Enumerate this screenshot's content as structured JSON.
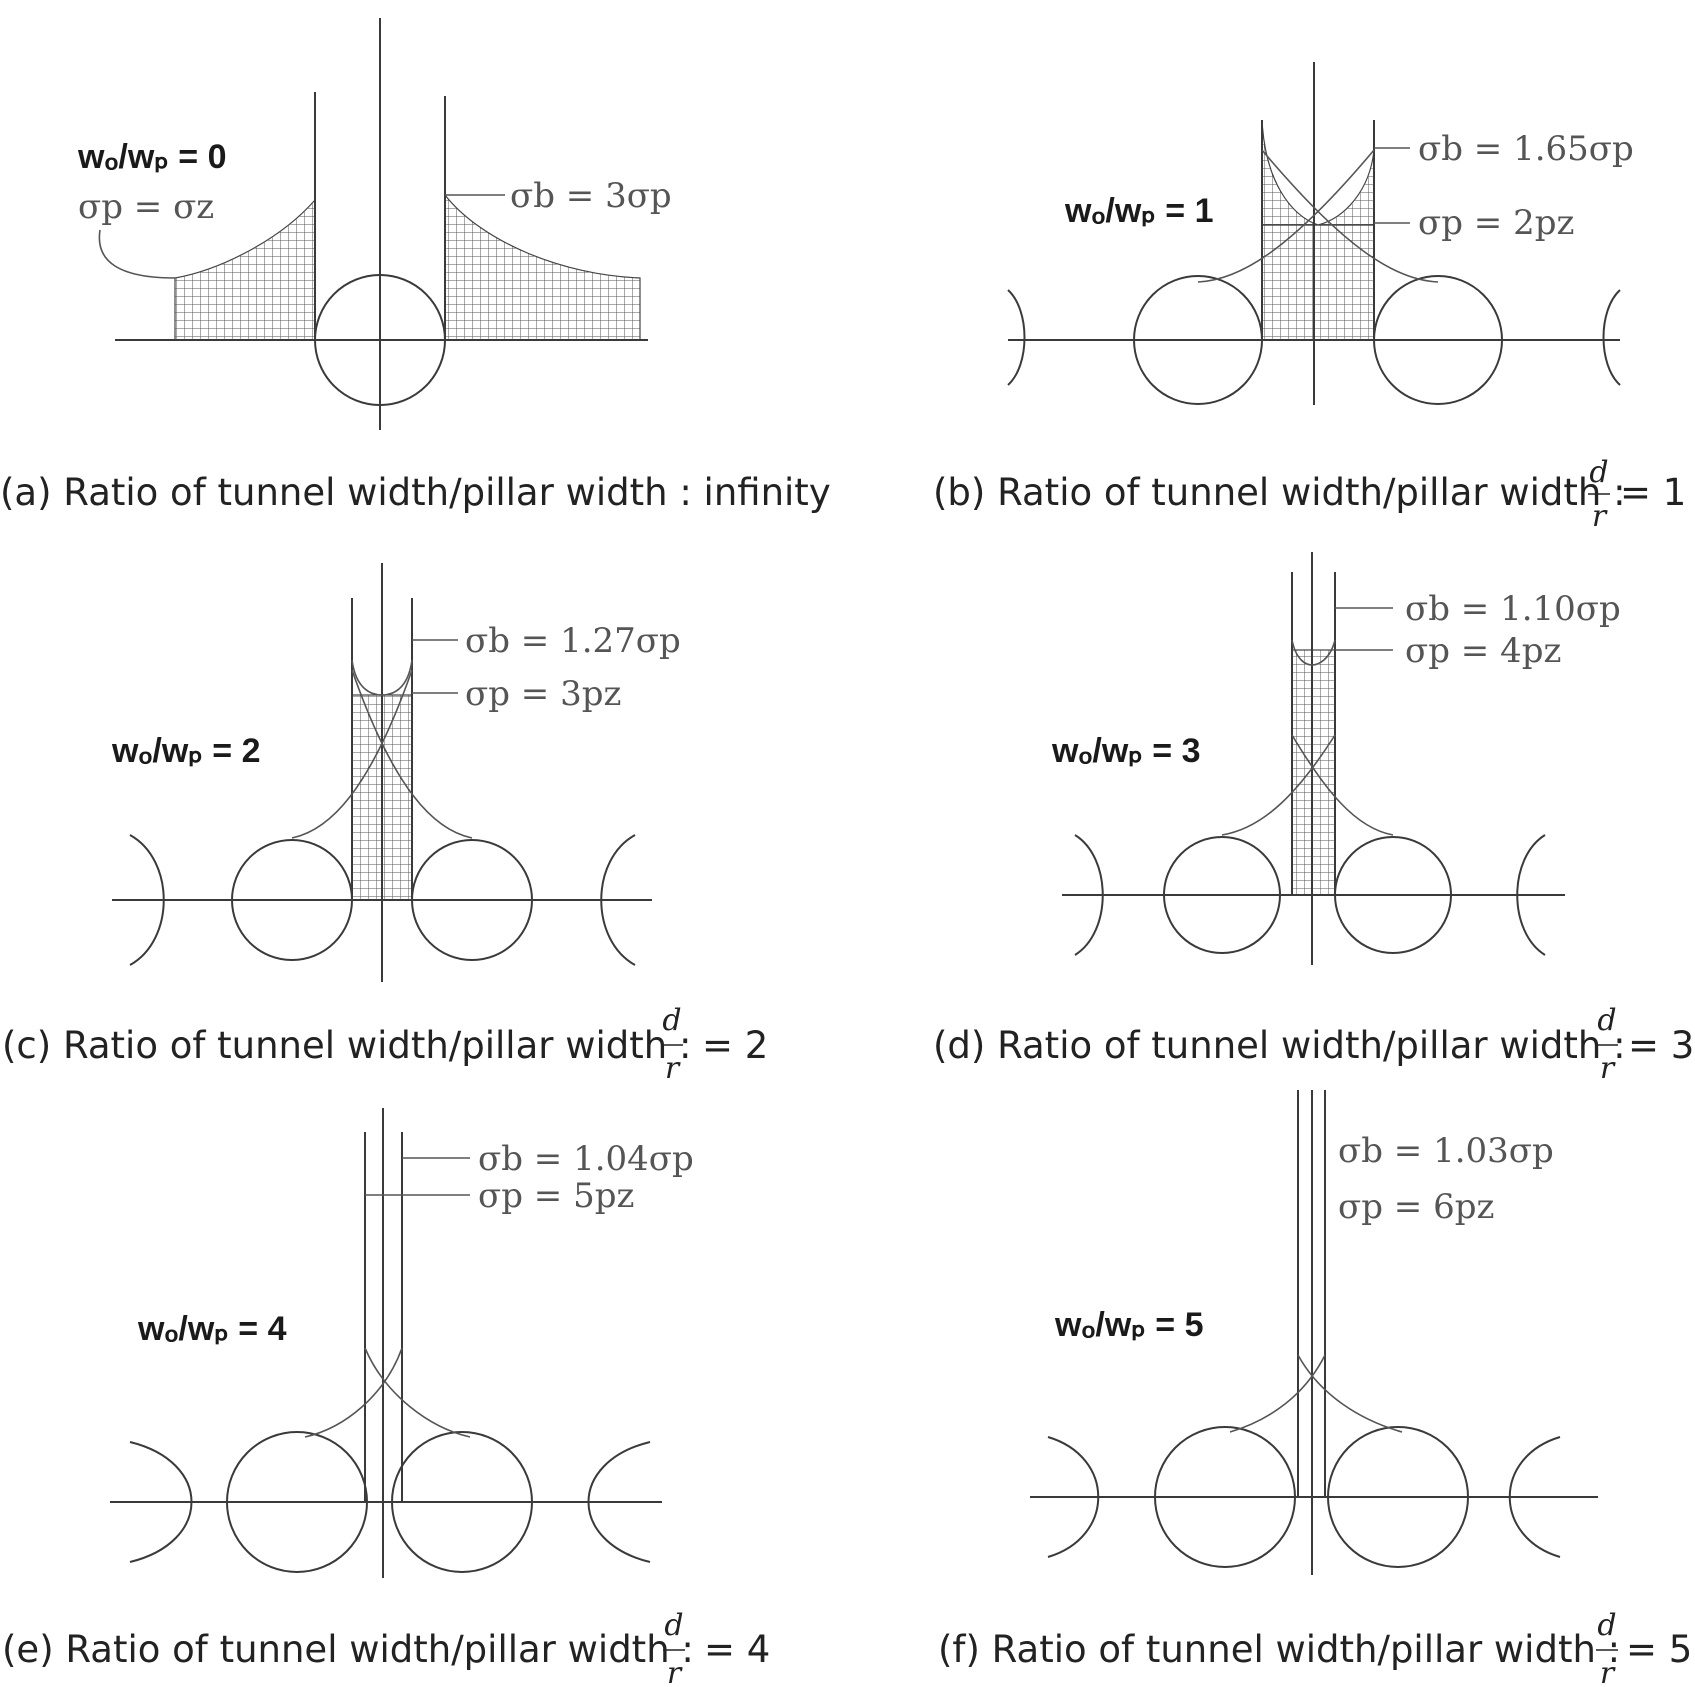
{
  "panels": [
    {
      "id": "a",
      "ratio_label": "wₒ/wₚ = 0",
      "stress_lines": [
        "σb = 3σp",
        "σp = σz"
      ],
      "caption_text": "(a) Ratio of tunnel width/pillar width : infinity",
      "caption_value": ""
    },
    {
      "id": "b",
      "ratio_label": "wₒ/wₚ = 1",
      "stress_lines": [
        "σb = 1.65σp",
        "σp = 2pz"
      ],
      "caption_text": "(b) Ratio of tunnel width/pillar width :",
      "caption_value": "= 1"
    },
    {
      "id": "c",
      "ratio_label": "wₒ/wₚ = 2",
      "stress_lines": [
        "σb = 1.27σp",
        "σp = 3pz"
      ],
      "caption_text": "(c) Ratio of tunnel width/pillar width :",
      "caption_value": "= 2"
    },
    {
      "id": "d",
      "ratio_label": "wₒ/wₚ = 3",
      "stress_lines": [
        "σb = 1.10σp",
        "σp = 4pz"
      ],
      "caption_text": "(d) Ratio of tunnel width/pillar width :",
      "caption_value": "= 3"
    },
    {
      "id": "e",
      "ratio_label": "wₒ/wₚ = 4",
      "stress_lines": [
        "σb = 1.04σp",
        "σp = 5pz"
      ],
      "caption_text": "(e) Ratio of tunnel width/pillar width :",
      "caption_value": "= 4"
    },
    {
      "id": "f",
      "ratio_label": "wₒ/wₚ = 5",
      "stress_lines": [
        "σb = 1.03σp",
        "σp = 6pz"
      ],
      "caption_text": "(f) Ratio of tunnel width/pillar width :",
      "caption_value": "= 5"
    }
  ],
  "fraction": {
    "numerator": "d",
    "denominator": "r"
  },
  "colors": {
    "line": "#3a3a3a",
    "hatch": "#444444"
  }
}
